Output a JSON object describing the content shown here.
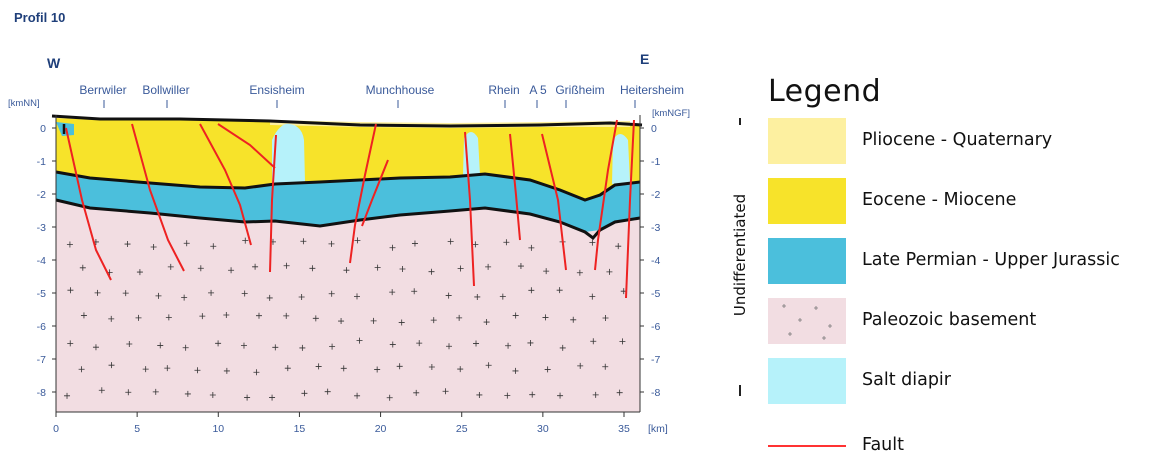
{
  "title": "Profil 10",
  "directions": {
    "west": "W",
    "east": "E"
  },
  "locations": [
    "Berrwiler",
    "Bollwiller",
    "Ensisheim",
    "Munchhouse",
    "Rhein",
    "A 5",
    "Grißheim",
    "Heitersheim"
  ],
  "axes": {
    "left_unit": "[kmNN]",
    "right_unit": "[kmNGF]",
    "y_ticks": [
      "0",
      "-1",
      "-2",
      "-3",
      "-4",
      "-5",
      "-6",
      "-7",
      "-8"
    ],
    "x_ticks": [
      "0",
      "5",
      "10",
      "15",
      "20",
      "25",
      "30",
      "35"
    ],
    "x_unit": "[km]"
  },
  "legend": {
    "title": "Legend",
    "group_label": "Undifferentiated",
    "items": [
      {
        "label": "Pliocene - Quaternary",
        "color": "#fdf0a0"
      },
      {
        "label": "Eocene - Miocene",
        "color": "#f7e32a"
      },
      {
        "label": "Late Permian - Upper Jurassic",
        "color": "#4bbfdc"
      },
      {
        "label": "Paleozoic basement",
        "color": "#f2dde2"
      },
      {
        "label": "Salt diapir",
        "color": "#b6f2fa"
      },
      {
        "label": "Fault",
        "color": "#ff3333"
      }
    ]
  }
}
